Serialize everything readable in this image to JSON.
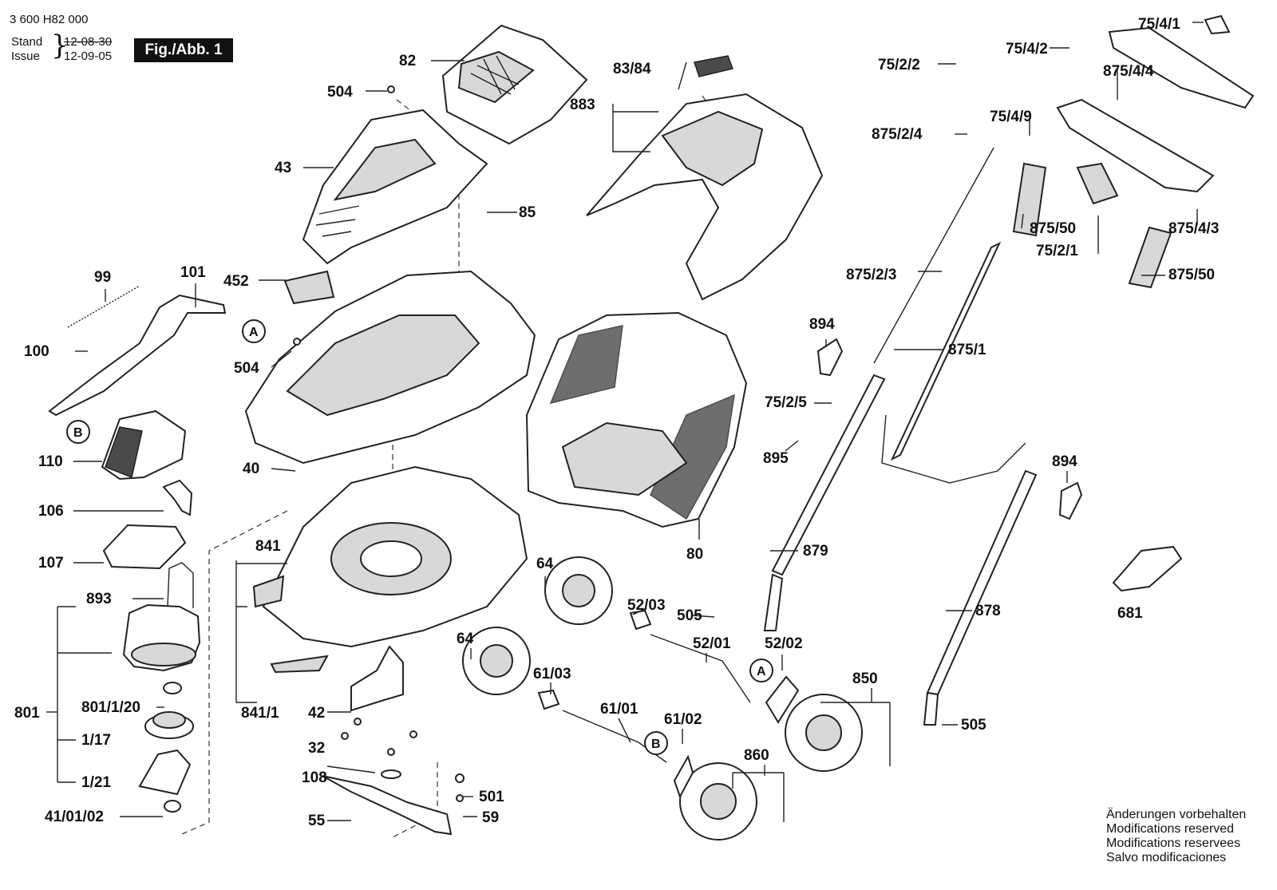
{
  "header": {
    "doc_number": "3 600 H82 000",
    "stand_label": "Stand",
    "issue_label": "Issue",
    "date_old": "12-08-30",
    "date_new": "12-09-05",
    "figure": "Fig./Abb. 1"
  },
  "labels": [
    "82",
    "504",
    "43",
    "85",
    "83/84",
    "883",
    "99",
    "101",
    "452",
    "100",
    "504",
    "40",
    "110",
    "106",
    "107",
    "841",
    "893",
    "801/1/20",
    "801",
    "1/17",
    "1/21",
    "41/01/02",
    "841/1",
    "42",
    "32",
    "108",
    "55",
    "501",
    "59",
    "64",
    "64",
    "52/03",
    "505",
    "52/01",
    "52/02",
    "61/03",
    "61/01",
    "61/02",
    "860",
    "850",
    "80",
    "894",
    "75/2/5",
    "895",
    "879",
    "875/1",
    "894",
    "878",
    "681",
    "505",
    "75/2/2",
    "875/2/4",
    "75/4/2",
    "75/4/1",
    "875/4/4",
    "75/4/9",
    "875/50",
    "75/2/1",
    "875/4/3",
    "875/50",
    "875/2/3"
  ],
  "circle_refs": [
    "A",
    "B",
    "A",
    "B"
  ],
  "notes": [
    "Änderungen vorbehalten",
    "Modifications reserved",
    "Modifications reservees",
    "Salvo modificaciones"
  ]
}
